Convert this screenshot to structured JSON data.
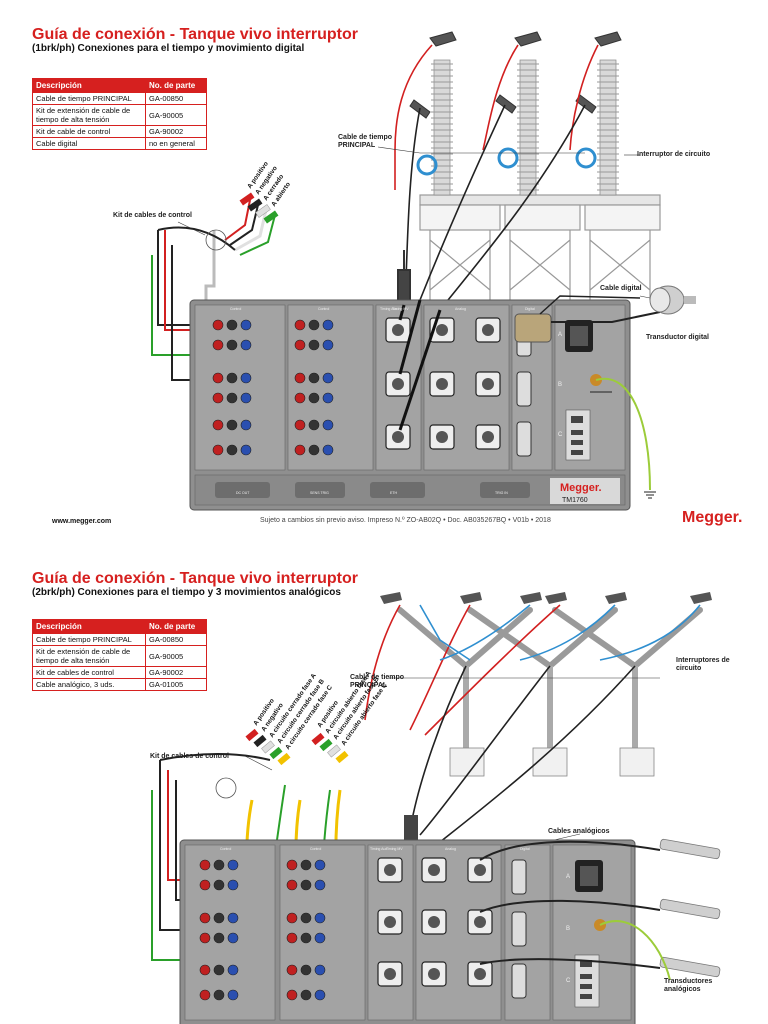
{
  "panel1": {
    "title": "Guía de conexión - Tanque vivo interruptor",
    "subtitle": "(1brk/ph) Conexiones para el tiempo y movimiento digital",
    "table": {
      "headers": [
        "Descripción",
        "No. de parte"
      ],
      "rows": [
        [
          "Cable de tiempo PRINCIPAL",
          "GA-00850"
        ],
        [
          "Kit de extensión de cable de tiempo de alta tensión",
          "GA-90005"
        ],
        [
          "Kit de cable de control",
          "GA-90002"
        ],
        [
          "Cable digital",
          "no en general"
        ]
      ]
    },
    "labels": {
      "timing_cable": "Cable de tiempo PRINCIPAL",
      "breaker": "Interruptor de circuito",
      "control_kit": "Kit de cables de control",
      "digital_cable": "Cable digital",
      "digital_transducer": "Transductor digital"
    },
    "lead_labels": [
      "A positivo",
      "A negativo",
      "A cerrado",
      "A abierto"
    ],
    "device": {
      "brand": "Megger.",
      "model": "TM1760",
      "sections": [
        "Control",
        "Control",
        "Timing Aux",
        "Timing MV",
        "Analog",
        "Digital"
      ],
      "bottom_labels": [
        "DC OUT",
        "SENS TRIG",
        "ETH",
        "TRIG IN"
      ],
      "port_labels": [
        "A",
        "B",
        "C"
      ]
    },
    "footer": {
      "url": "www.megger.com",
      "note": "Sujeto a cambios sin previo aviso. Impreso N.º ZO-AB02Q • Doc. AB035267BQ • V01b • 2018",
      "logo": "Megger."
    }
  },
  "panel2": {
    "title": "Guía de conexión - Tanque vivo interruptor",
    "subtitle": "(2brk/ph) Conexiones para el tiempo y 3 movimientos analógicos",
    "table": {
      "headers": [
        "Descripción",
        "No. de parte"
      ],
      "rows": [
        [
          "Cable de tiempo PRINCIPAL",
          "GA-00850"
        ],
        [
          "Kit de extensión de cable de tiempo de alta tensión",
          "GA-90005"
        ],
        [
          "Kit de cables de control",
          "GA-90002"
        ],
        [
          "Cable analógico, 3 uds.",
          "GA-01005"
        ]
      ]
    },
    "labels": {
      "timing_cable": "Cable de tiempo PRINCIPAL",
      "breakers": "Interruptores de circuito",
      "control_kit": "Kit de cables de control",
      "analog_cables": "Cables analógicos",
      "analog_transducers": "Transductores analógicos"
    },
    "lead_labels": [
      "A positivo",
      "A negativo",
      "A circuito cerrado fase A",
      "A circuito cerrado fase B",
      "A circuito cerrado fase C",
      "A positivo",
      "A circuito abierto fase A",
      "A circuito abierto fase B",
      "A circuito abierto fase C"
    ],
    "device": {
      "sections": [
        "Control",
        "Control",
        "Timing Aux",
        "Timing MV",
        "Analog",
        "Digital"
      ],
      "port_labels": [
        "A",
        "B",
        "C"
      ]
    }
  },
  "colors": {
    "brand_red": "#d6201f",
    "device_grey": "#8f8f8f",
    "cable_red": "#d22020",
    "cable_black": "#222222",
    "cable_green": "#2aa02a",
    "cable_yellow": "#f2c200",
    "cable_blue": "#2f8fd0",
    "ground": "#9ccc3a"
  }
}
